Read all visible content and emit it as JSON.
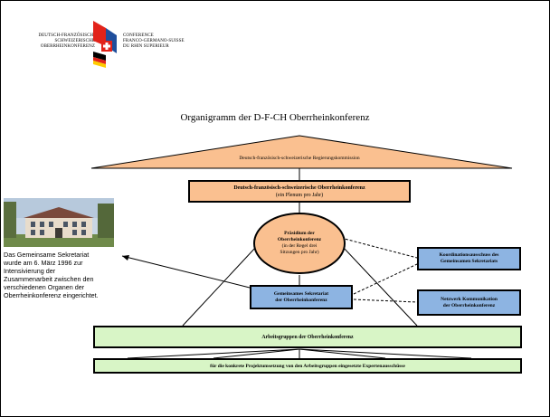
{
  "logo": {
    "left_lines": [
      "DEUTSCH-FRANZÖSISCH-",
      "SCHWEIZERISCHE",
      "OBERRHEINKONFERENZ"
    ],
    "right_lines": [
      "CONFERENCE",
      "FRANCO-GERMANO-SUISSE",
      "DU RHIN SUPERIEUR"
    ],
    "flag_colors": [
      "#e2231a",
      "#ffffff",
      "#1f4e9c",
      "#000000",
      "#ffcc00"
    ]
  },
  "title": "Organigramm der D-F-CH Oberrheinkonferenz",
  "regierungskommission": "Deutsch-französisch-schweizerische Regierungskommission",
  "oberrheinkonferenz": {
    "line1": "Deutsch-französisch-schweizerische Oberrheinkonferenz",
    "line2": "(ein Plenum pro Jahr)"
  },
  "praesidium": {
    "line1": "Präsidium der",
    "line2": "Oberrheinkonferenz",
    "line3": "(in der Regel drei",
    "line4": "Sitzungen pro Jahr)"
  },
  "sekretariat": {
    "line1": "Gemeinsames Sekretariat",
    "line2": "der Oberrheinkonferenz"
  },
  "koordination": {
    "line1": "Koordinationsausschuss des",
    "line2": "Gemeinsamen Sekretariats"
  },
  "netzwerk": {
    "line1": "Netzwerk Kommunikation",
    "line2": "der Oberrheinkonferenz"
  },
  "arbeitsgruppen": "Arbeitsgruppen der Oberrheinkonferenz",
  "expertenausschuesse": "für die konkrete Projektumsetzung von den Arbeitsgruppen eingesetzte Expertenausschüsse",
  "caption_lines": [
    "Das Gemeinsame Sekretariat",
    "wurde am 6. März 1996 zur",
    "Intensivierung der",
    "Zusammenarbeit zwischen den",
    "verschiedenen Organen der",
    "Oberrheinkonferenz eingerichtet."
  ],
  "colors": {
    "orange": "#fac090",
    "blue": "#8db4e2",
    "green": "#d8f5c6"
  }
}
